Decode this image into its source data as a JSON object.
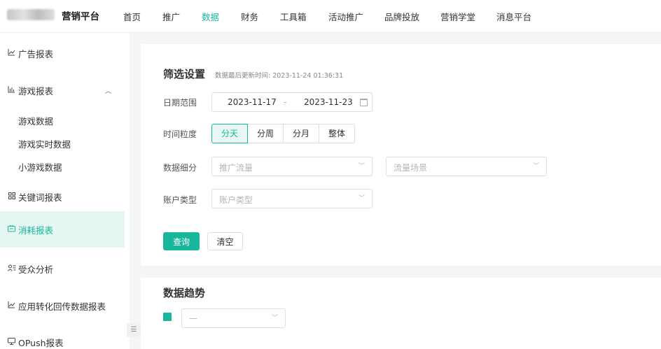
{
  "header": {
    "brand": "营销平台",
    "nav": [
      "首页",
      "推广",
      "数据",
      "财务",
      "工具箱",
      "活动推广",
      "品牌投放",
      "营销学堂",
      "消息平台"
    ],
    "active_nav": "数据"
  },
  "sidebar": {
    "items": [
      {
        "label": "广告报表",
        "icon": "line-chart-icon"
      },
      {
        "label": "游戏报表",
        "icon": "bar-chart-icon"
      },
      {
        "label": "游戏数据"
      },
      {
        "label": "游戏实时数据"
      },
      {
        "label": "小游戏数据"
      },
      {
        "label": "关键词报表",
        "icon": "grid-icon"
      },
      {
        "label": "消耗报表",
        "icon": "monitor-icon"
      },
      {
        "label": "受众分析",
        "icon": "users-icon"
      },
      {
        "label": "应用转化回传数据报表",
        "icon": "line-chart-icon"
      },
      {
        "label": "OPush报表",
        "icon": "desktop-icon"
      }
    ],
    "active_item": "消耗报表"
  },
  "filter": {
    "title": "筛选设置",
    "update_time": "数据最后更新时间: 2023-11-24 01:36:31",
    "date_range_label": "日期范围",
    "date_start": "2023-11-17",
    "date_sep": "-",
    "date_end": "2023-11-23",
    "granularity_label": "时间粒度",
    "granularity_options": [
      "分天",
      "分周",
      "分月",
      "整体"
    ],
    "granularity_selected": "分天",
    "breakdown_label": "数据细分",
    "breakdown_placeholder_1": "推广流量",
    "breakdown_placeholder_2": "流量场景",
    "account_type_label": "账户类型",
    "account_type_placeholder": "账户类型",
    "query_button": "查询",
    "clear_button": "清空"
  },
  "trend": {
    "title": "数据趋势",
    "metric_placeholder": "—"
  },
  "colors": {
    "accent": "#18b69b",
    "active_bg": "#e6f6f2",
    "page_bg": "#f4f5f7"
  }
}
